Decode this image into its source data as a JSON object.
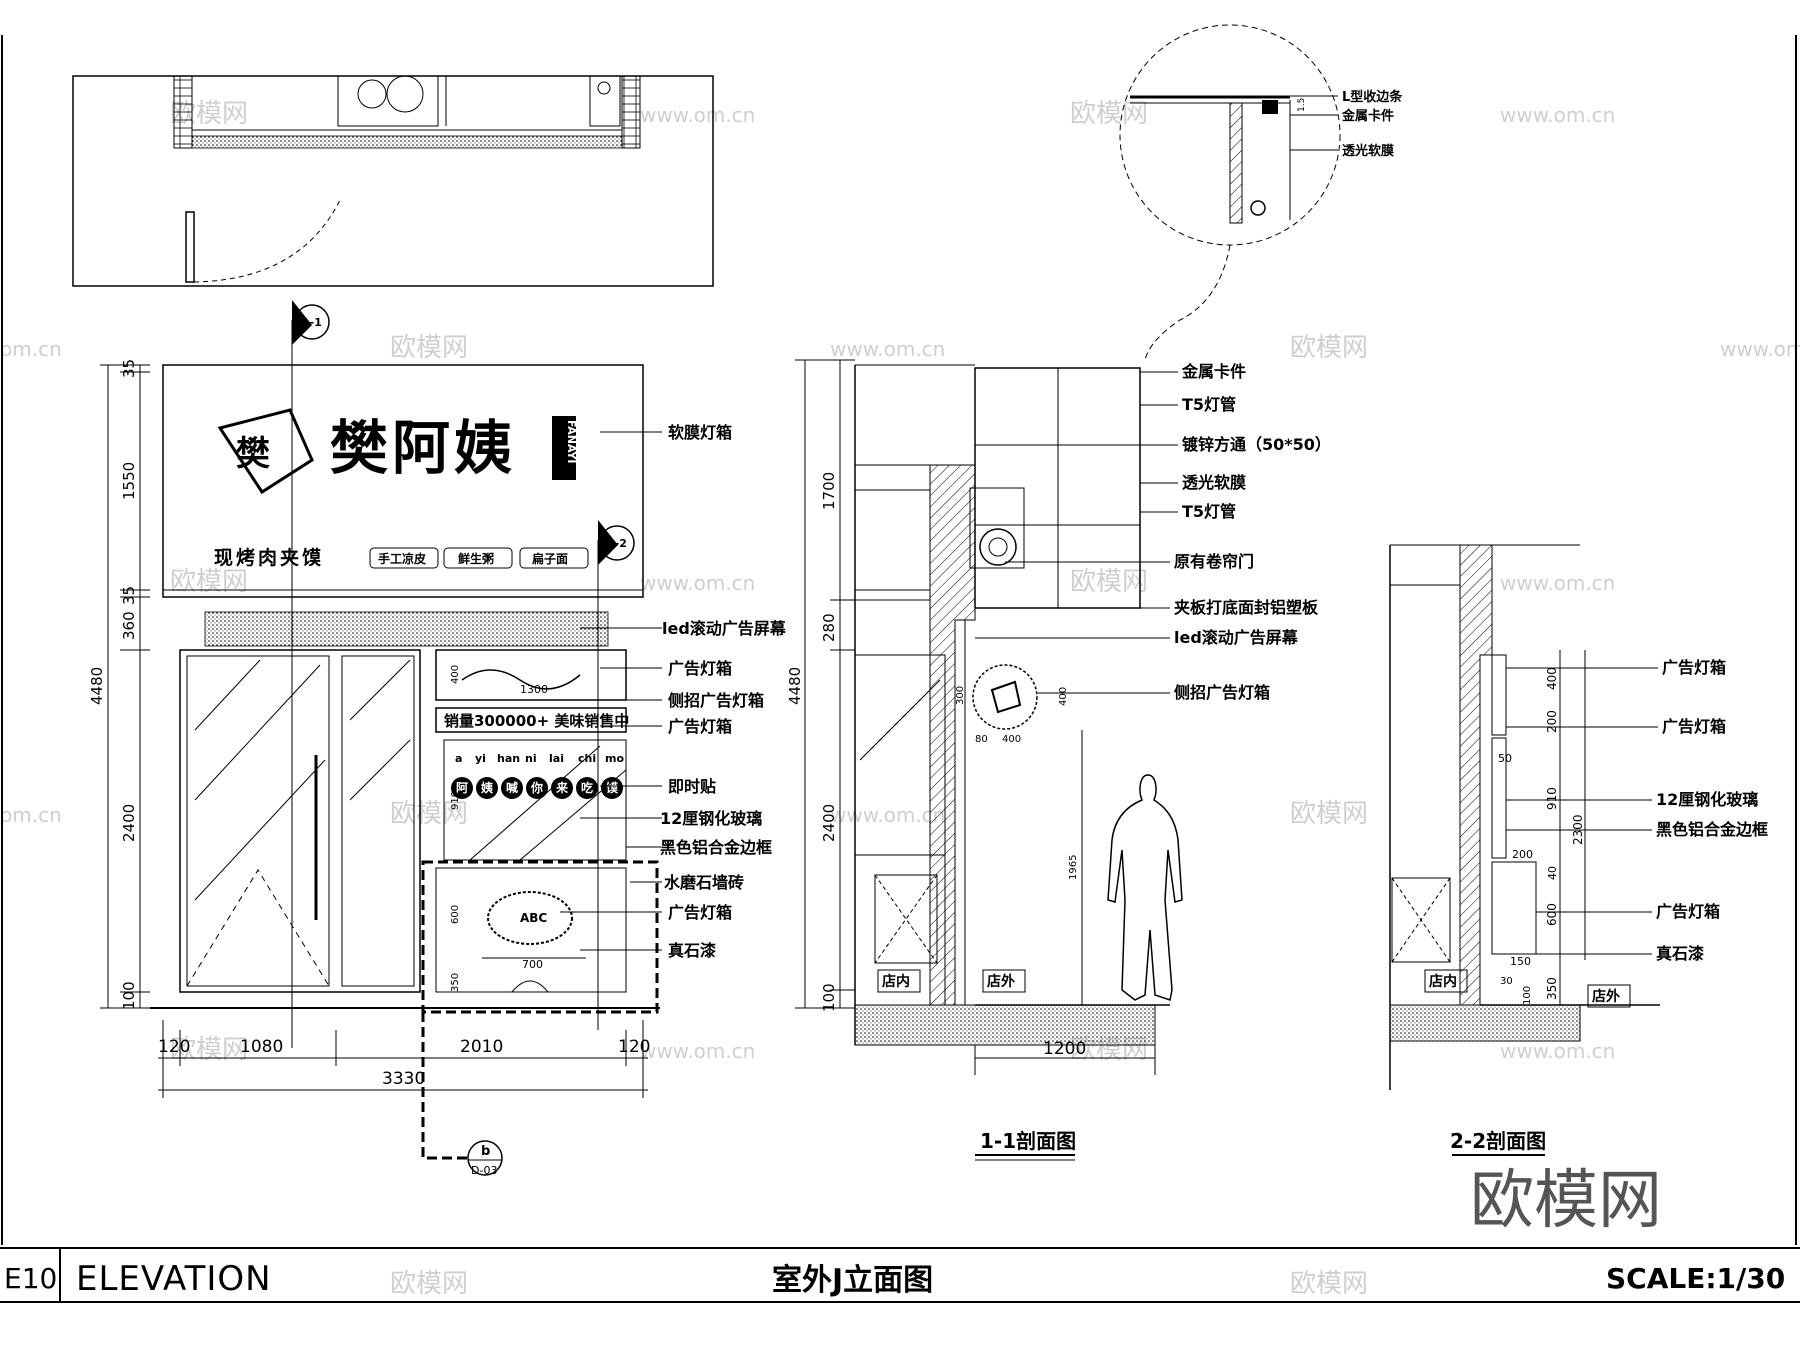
{
  "title_block": {
    "sheet_code": "E10",
    "sheet_label": "ELEVATION",
    "drawing_title": "室外J立面图",
    "scale": "SCALE:1/30"
  },
  "watermarks": {
    "brand": "欧模网",
    "site": "www.om.cn",
    "partial": "om.cn"
  },
  "elevation": {
    "sign": {
      "logo_char": "樊",
      "brand_name": "樊阿姨",
      "brand_vertical": "FANAYI",
      "slogan": "现烤肉夹馍",
      "tags": [
        "手工凉皮",
        "鲜生粥",
        "扁子面"
      ]
    },
    "window": {
      "promo": "销量300000+ 美味销售中",
      "pinyin": [
        "a",
        "yi",
        "han",
        "ni",
        "lai",
        "chi",
        "mo"
      ],
      "circle_chars": [
        "阿",
        "姨",
        "喊",
        "你",
        "来",
        "吃",
        "馍"
      ],
      "stamp_text": "ABC"
    },
    "section_markers": [
      {
        "id": "1-1"
      },
      {
        "id": "2-2"
      }
    ],
    "detail_bubble": {
      "top": "b",
      "bottom": "D-03"
    },
    "dims_vertical": [
      "35",
      "1550",
      "35",
      "360",
      "2400",
      "100",
      "4480"
    ],
    "dims_horizontal": [
      "120",
      "1080",
      "2010",
      "120",
      "3330"
    ],
    "inner_dims": [
      "400",
      "1300",
      "910",
      "600",
      "350",
      "700"
    ],
    "callouts": [
      "软膜灯箱",
      "led滚动广告屏幕",
      "广告灯箱",
      "侧招广告灯箱",
      "广告灯箱",
      "即时贴",
      "12厘钢化玻璃",
      "黑色铝合金边框",
      "水磨石墙砖",
      "广告灯箱",
      "真石漆"
    ]
  },
  "section_1_1": {
    "title": "1-1剖面图",
    "detail_callouts": [
      "L型收边条",
      "金属卡件",
      "透光软膜"
    ],
    "detail_dim": "1.5",
    "callouts": [
      "金属卡件",
      "T5灯管",
      "镀锌方通（50*50）",
      "透光软膜",
      "T5灯管",
      "原有卷帘门",
      "夹板打底面封铝塑板",
      "led滚动广告屏幕",
      "侧招广告灯箱"
    ],
    "dims_vertical": [
      "1700",
      "280",
      "4480",
      "2400",
      "100"
    ],
    "inner_dims": [
      "300",
      "80",
      "400",
      "400",
      "1965"
    ],
    "dim_bottom": "1200",
    "label_inside": "店内",
    "label_outside": "店外"
  },
  "section_2_2": {
    "title": "2-2剖面图",
    "callouts": [
      "广告灯箱",
      "广告灯箱",
      "12厘钢化玻璃",
      "黑色铝合金边框",
      "广告灯箱",
      "真石漆"
    ],
    "dims": [
      "400",
      "200",
      "50",
      "910",
      "2300",
      "200",
      "40",
      "600",
      "150",
      "30",
      "100",
      "350"
    ],
    "label_inside": "店内",
    "label_outside": "店外"
  },
  "big_logo": "欧模网"
}
